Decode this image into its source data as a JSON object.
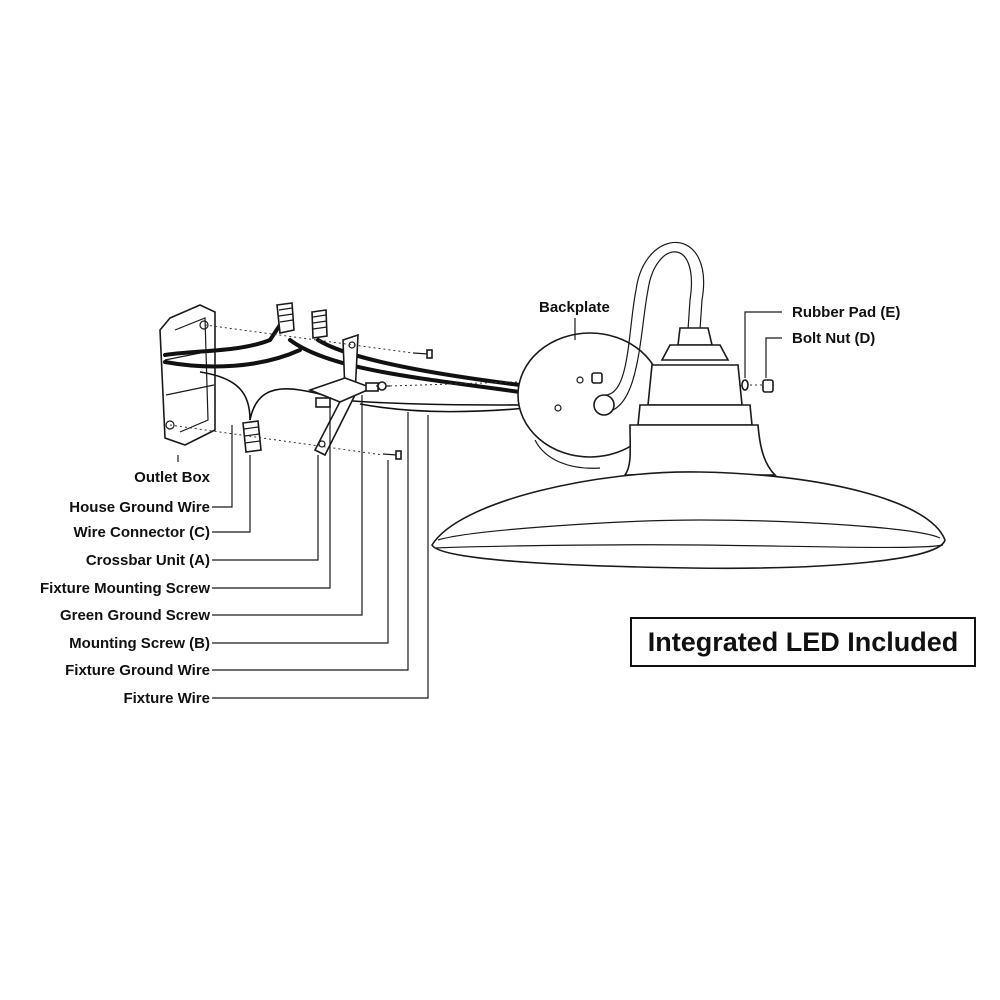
{
  "labels": {
    "backplate": "Backplate",
    "rubber_pad": "Rubber Pad (E)",
    "bolt_nut": "Bolt Nut (D)",
    "outlet_box": "Outlet Box",
    "house_ground_wire": "House Ground Wire",
    "wire_connector": "Wire Connector (C)",
    "crossbar_unit": "Crossbar Unit (A)",
    "fixture_mounting_screw": "Fixture Mounting Screw",
    "green_ground_screw": "Green Ground Screw",
    "mounting_screw": "Mounting Screw (B)",
    "fixture_ground_wire": "Fixture Ground Wire",
    "fixture_wire": "Fixture Wire"
  },
  "banner": {
    "text": "Integrated LED Included"
  },
  "colors": {
    "line": "#1a1a1a",
    "background": "#ffffff"
  }
}
